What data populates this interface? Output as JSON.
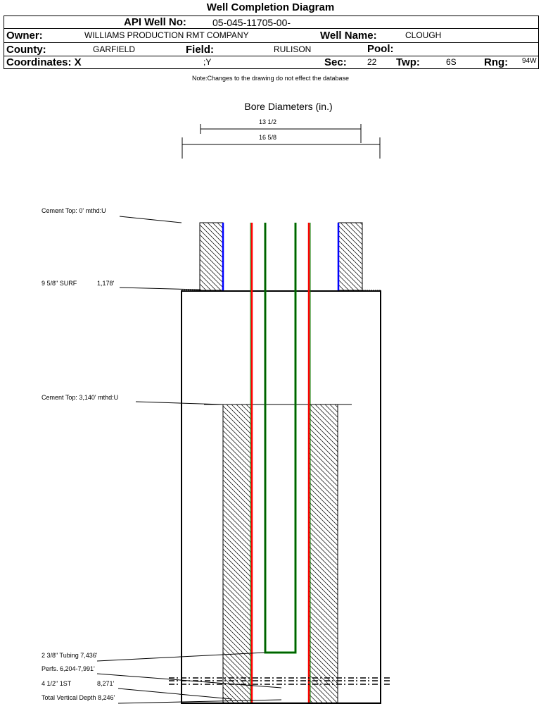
{
  "title": "Well Completion Diagram",
  "header": {
    "api_label": "API Well No:",
    "api_value": "05-045-11705-00-",
    "owner_label": "Owner:",
    "owner_value": "WILLIAMS PRODUCTION RMT COMPANY",
    "well_name_label": "Well Name:",
    "well_name_value": "CLOUGH",
    "county_label": "County:",
    "county_value": "GARFIELD",
    "field_label": "Field:",
    "field_value": "RULISON",
    "pool_label": "Pool:",
    "coords_label": "Coordinates: X",
    "coords_y": ";Y",
    "sec_label": "Sec:",
    "sec_value": "22",
    "twp_label": "Twp:",
    "twp_value": "6S",
    "rng_label": "Rng:",
    "rng_value": "94W"
  },
  "note": "Note:Changes to the drawing do not effect the database",
  "bore": {
    "title": "Bore Diameters (in.)",
    "inner": "13 1/2",
    "outer": "16 5/8"
  },
  "labels": {
    "cement_top_1": "Cement Top: 0' mthd:U",
    "surf_casing": "9 5/8\" SURF",
    "surf_depth": "1,178'",
    "cement_top_2": "Cement Top: 3,140' mthd:U",
    "tubing": "2 3/8\" Tubing 7,436'",
    "perfs": "Perfs. 6,204-7,991'",
    "prod_casing": "4 1/2\" 1ST",
    "prod_depth": "8,271'",
    "tvd": "Total Vertical Depth 8,246'"
  },
  "colors": {
    "casing_red": "#ff0000",
    "tubing_green": "#008000",
    "surf_blue": "#0000ff"
  }
}
